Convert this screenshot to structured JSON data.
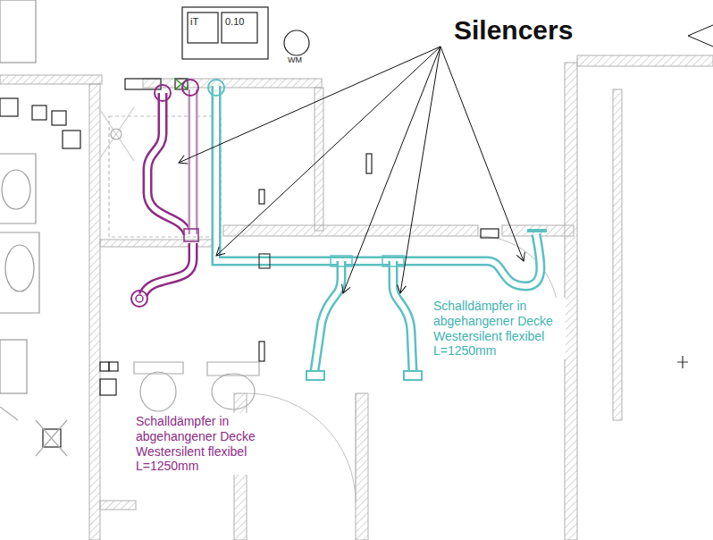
{
  "diagram": {
    "labels": [
      "Silencers",
      "iT",
      "0.10",
      "WM",
      "Schalldämpfer in abgehangener Decke Westersilent flexibel L=1250mm",
      "Schalldämpfer in abgehangener Decke Westersilent flexibel L=1250mm"
    ]
  }
}
